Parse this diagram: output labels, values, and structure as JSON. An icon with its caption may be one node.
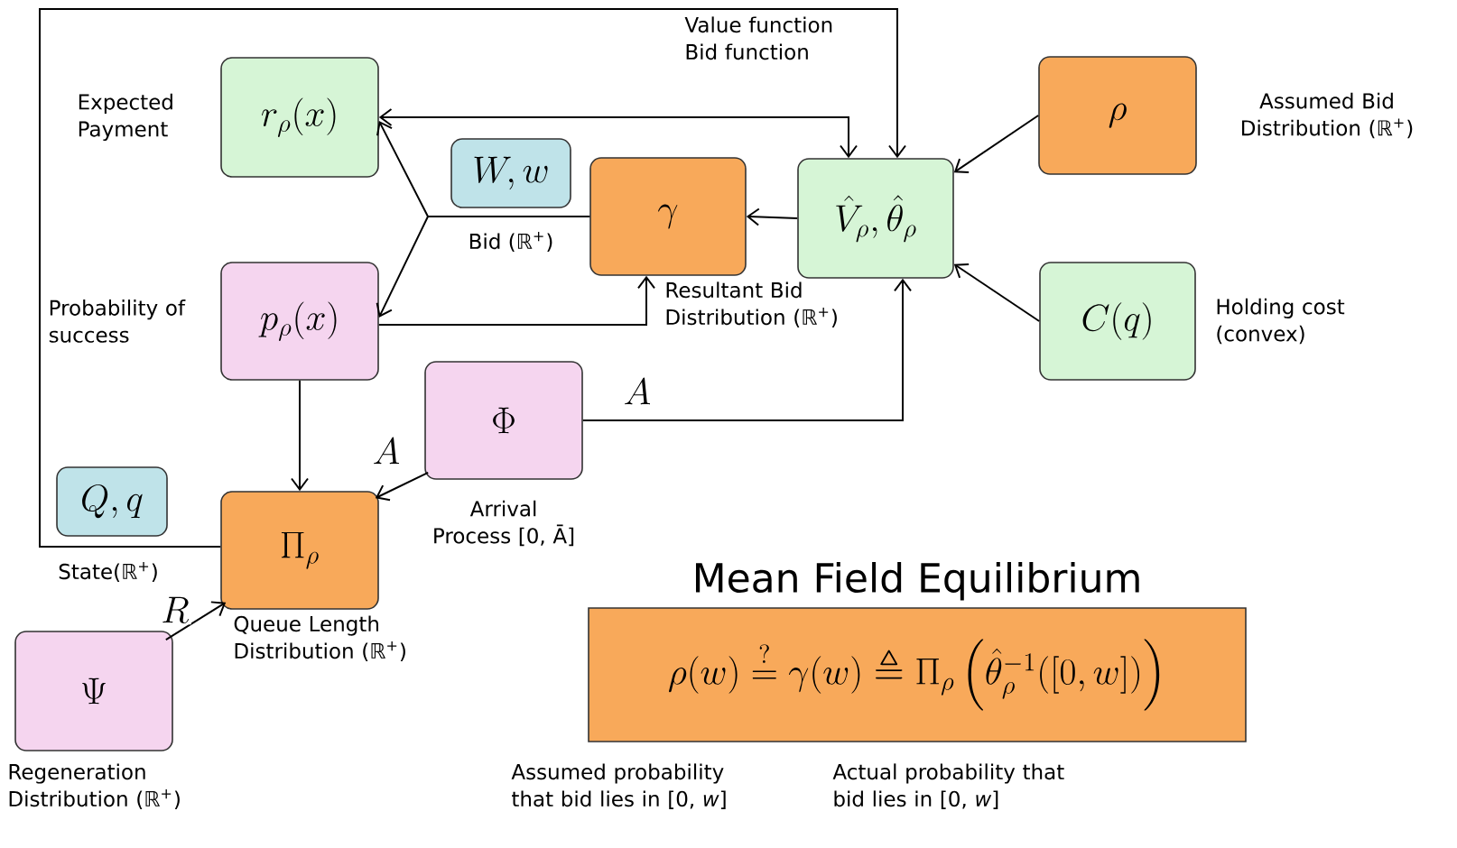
{
  "diagram": {
    "nodes": [
      {
        "text": [
          "r_\\rho(x)"
        ],
        "beside": [
          "Expected Payment"
        ]
      },
      {
        "text": [
          "W, w"
        ]
      },
      {
        "text": [
          "\\gamma"
        ],
        "beside": [
          "Resultant Bid Distribution (ℝ$^{+}$)"
        ]
      },
      {
        "text": [
          "\\hat{V}_\\rho, \\hat{\\theta}_\\rho"
        ]
      },
      {
        "text": [
          "\\rho"
        ],
        "beside": [
          "Assumed Bid Distribution (ℝ$^{+}$)"
        ]
      },
      {
        "text": [
          "p_\\rho(x)"
        ],
        "beside": [
          "Probability of success"
        ]
      },
      {
        "text": [
          "C(q)"
        ],
        "beside": [
          "Holding cost (convex)"
        ]
      },
      {
        "text": [
          "\\Phi"
        ],
        "beside": [
          "Arrival Process [0, Ā]"
        ]
      },
      {
        "text": [
          "Q, q"
        ],
        "beside": [
          "State(ℝ$^{+}$)"
        ]
      },
      {
        "text": [
          "\\Pi_\\rho"
        ],
        "beside": [
          "Queue Length Distribution (ℝ$^{+}$)"
        ]
      },
      {
        "text": [
          "\\Psi"
        ],
        "beside": [
          "Regeneration Distribution (ℝ$^{+}$)"
        ]
      },
      {
        "text": [
          "Mean Field Equilibrium",
          "\\rho(w) \\stackrel{?}{=} \\gamma(w) \\triangleq \\Pi_\\rho \\left(\\hat{\\theta}_\\rho^{-1}([0,w])\\right)"
        ],
        "beside": [
          "Assumed probability that bid lies in [0, *w*]",
          "Actual probability that bid lies in [0, *w*]"
        ]
      }
    ],
    "edges": [
      {
        "from": 0,
        "to": 3,
        "arrow": "both"
      },
      {
        "from": 9,
        "to": 3,
        "arrow": "to"
      },
      {
        "from": 3,
        "to": 2,
        "arrow": "to"
      },
      {
        "from": 4,
        "to": 3,
        "arrow": "to"
      },
      {
        "from": 6,
        "to": 3,
        "arrow": "to"
      },
      {
        "from": 2,
        "to": 0,
        "arrow": "to",
        "label": "Bid (ℝ$^{+}$)"
      },
      {
        "from": 2,
        "to": 5,
        "arrow": "to"
      },
      {
        "from": 5,
        "to": 2,
        "arrow": "to"
      },
      {
        "from": 5,
        "to": 9,
        "arrow": "to"
      },
      {
        "from": 7,
        "to": 9,
        "arrow": "to",
        "label": "A"
      },
      {
        "from": 7,
        "to": 3,
        "arrow": "to",
        "label": "A"
      },
      {
        "from": 10,
        "to": 9,
        "arrow": "to",
        "label": "R"
      }
    ],
    "labels": [
      "Value function Bid function"
    ]
  }
}
